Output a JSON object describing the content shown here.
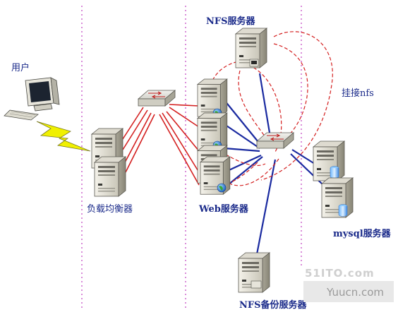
{
  "labels": {
    "user": "用户",
    "load_balancer": "负载均衡器",
    "web_servers": "Web服务器",
    "nfs_server": "NFS服务器",
    "mount_nfs": "挂接nfs",
    "mysql_servers": "mysql服务器",
    "nfs_backup": "NFS备份服务器"
  },
  "watermark": {
    "site": "51ITO.com",
    "brand": "Yuucn.com"
  },
  "colors": {
    "zone_divider": "#c040c0",
    "red_link": "#d42020",
    "blue_link": "#1a2aa0",
    "dashed_mount": "#d42020",
    "lightning": "#f0f000",
    "label_text": "#1a2a8a"
  },
  "icons": [
    "workstation-icon",
    "server-icon",
    "switch-icon",
    "globe-icon",
    "database-icon"
  ]
}
